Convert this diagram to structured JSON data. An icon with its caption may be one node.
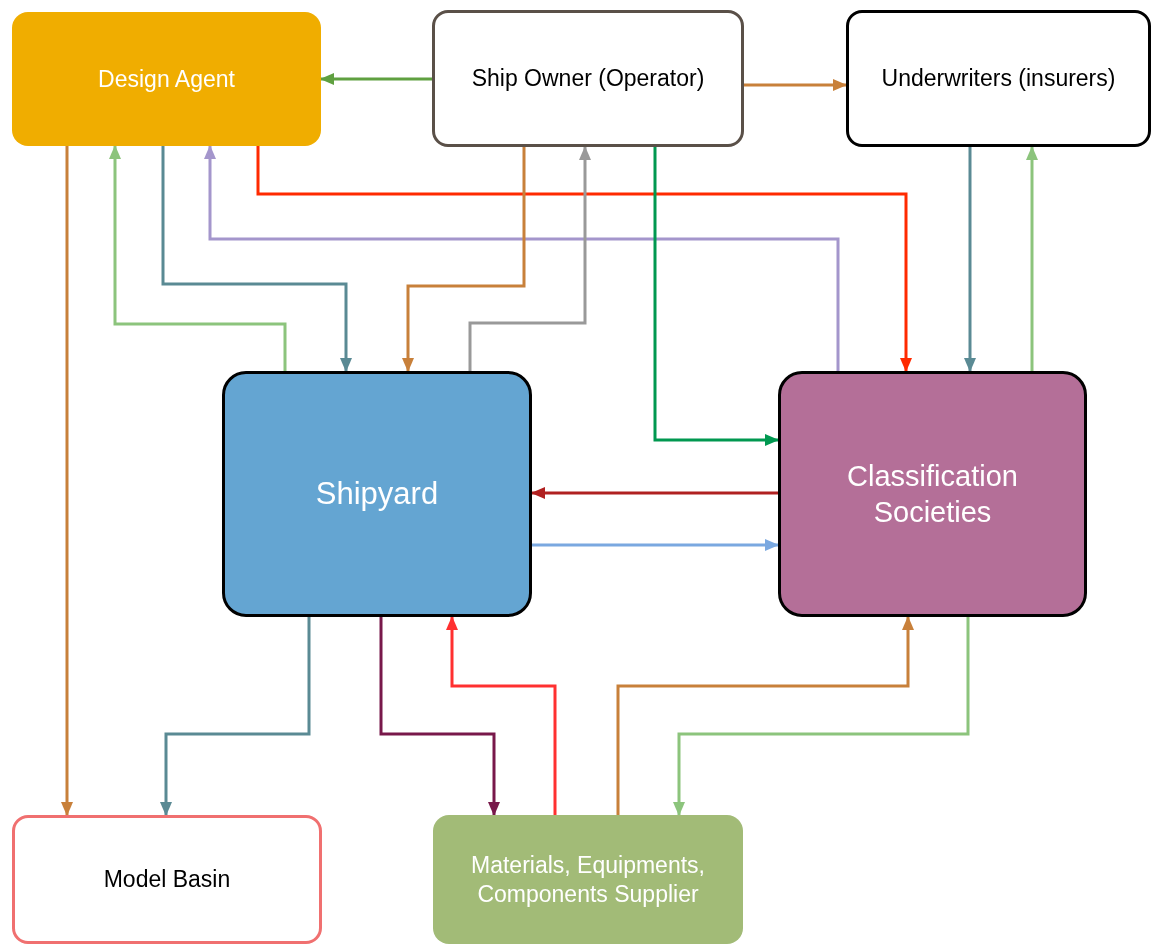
{
  "diagram": {
    "nodes": [
      {
        "text": [
          "Design Agent"
        ]
      },
      {
        "text": [
          "Ship Owner (Operator)"
        ]
      },
      {
        "text": [
          "Underwriters (insurers)"
        ]
      },
      {
        "text": [
          "Shipyard"
        ]
      },
      {
        "text": [
          "Classification Societies"
        ]
      },
      {
        "text": [
          "Model Basin"
        ]
      },
      {
        "text": [
          "Materials, Equipments, Components Supplier"
        ]
      }
    ],
    "edges": [
      {
        "from": 1,
        "to": 0,
        "arrow": "to",
        "color": "#5fa040"
      },
      {
        "from": 1,
        "to": 2,
        "arrow": "to",
        "color": "#c8803a"
      },
      {
        "from": 0,
        "to": 5,
        "arrow": "to",
        "color": "#c8803a"
      },
      {
        "from": 3,
        "to": 0,
        "arrow": "to",
        "color": "#8cc47c"
      },
      {
        "from": 0,
        "to": 3,
        "arrow": "to",
        "color": "#5a8a94"
      },
      {
        "from": 4,
        "to": 0,
        "arrow": "to",
        "color": "#a496cc"
      },
      {
        "from": 0,
        "to": 4,
        "arrow": "to",
        "color": "#ff2a00"
      },
      {
        "from": 1,
        "to": 3,
        "arrow": "to",
        "color": "#c8803a"
      },
      {
        "from": 3,
        "to": 1,
        "arrow": "to",
        "color": "#999999"
      },
      {
        "from": 1,
        "to": 4,
        "arrow": "to",
        "color": "#009850"
      },
      {
        "from": 2,
        "to": 4,
        "arrow": "to",
        "color": "#5a8a94"
      },
      {
        "from": 4,
        "to": 2,
        "arrow": "to",
        "color": "#8cc47c"
      },
      {
        "from": 4,
        "to": 3,
        "arrow": "to",
        "color": "#b02020"
      },
      {
        "from": 3,
        "to": 4,
        "arrow": "to",
        "color": "#7aa8e0"
      },
      {
        "from": 3,
        "to": 5,
        "arrow": "to",
        "color": "#5a8a94"
      },
      {
        "from": 3,
        "to": 6,
        "arrow": "to",
        "color": "#78184a"
      },
      {
        "from": 6,
        "to": 3,
        "arrow": "to",
        "color": "#ff3030"
      },
      {
        "from": 6,
        "to": 4,
        "arrow": "to",
        "color": "#c8803a"
      },
      {
        "from": 4,
        "to": 6,
        "arrow": "to",
        "color": "#8cc47c"
      }
    ]
  }
}
